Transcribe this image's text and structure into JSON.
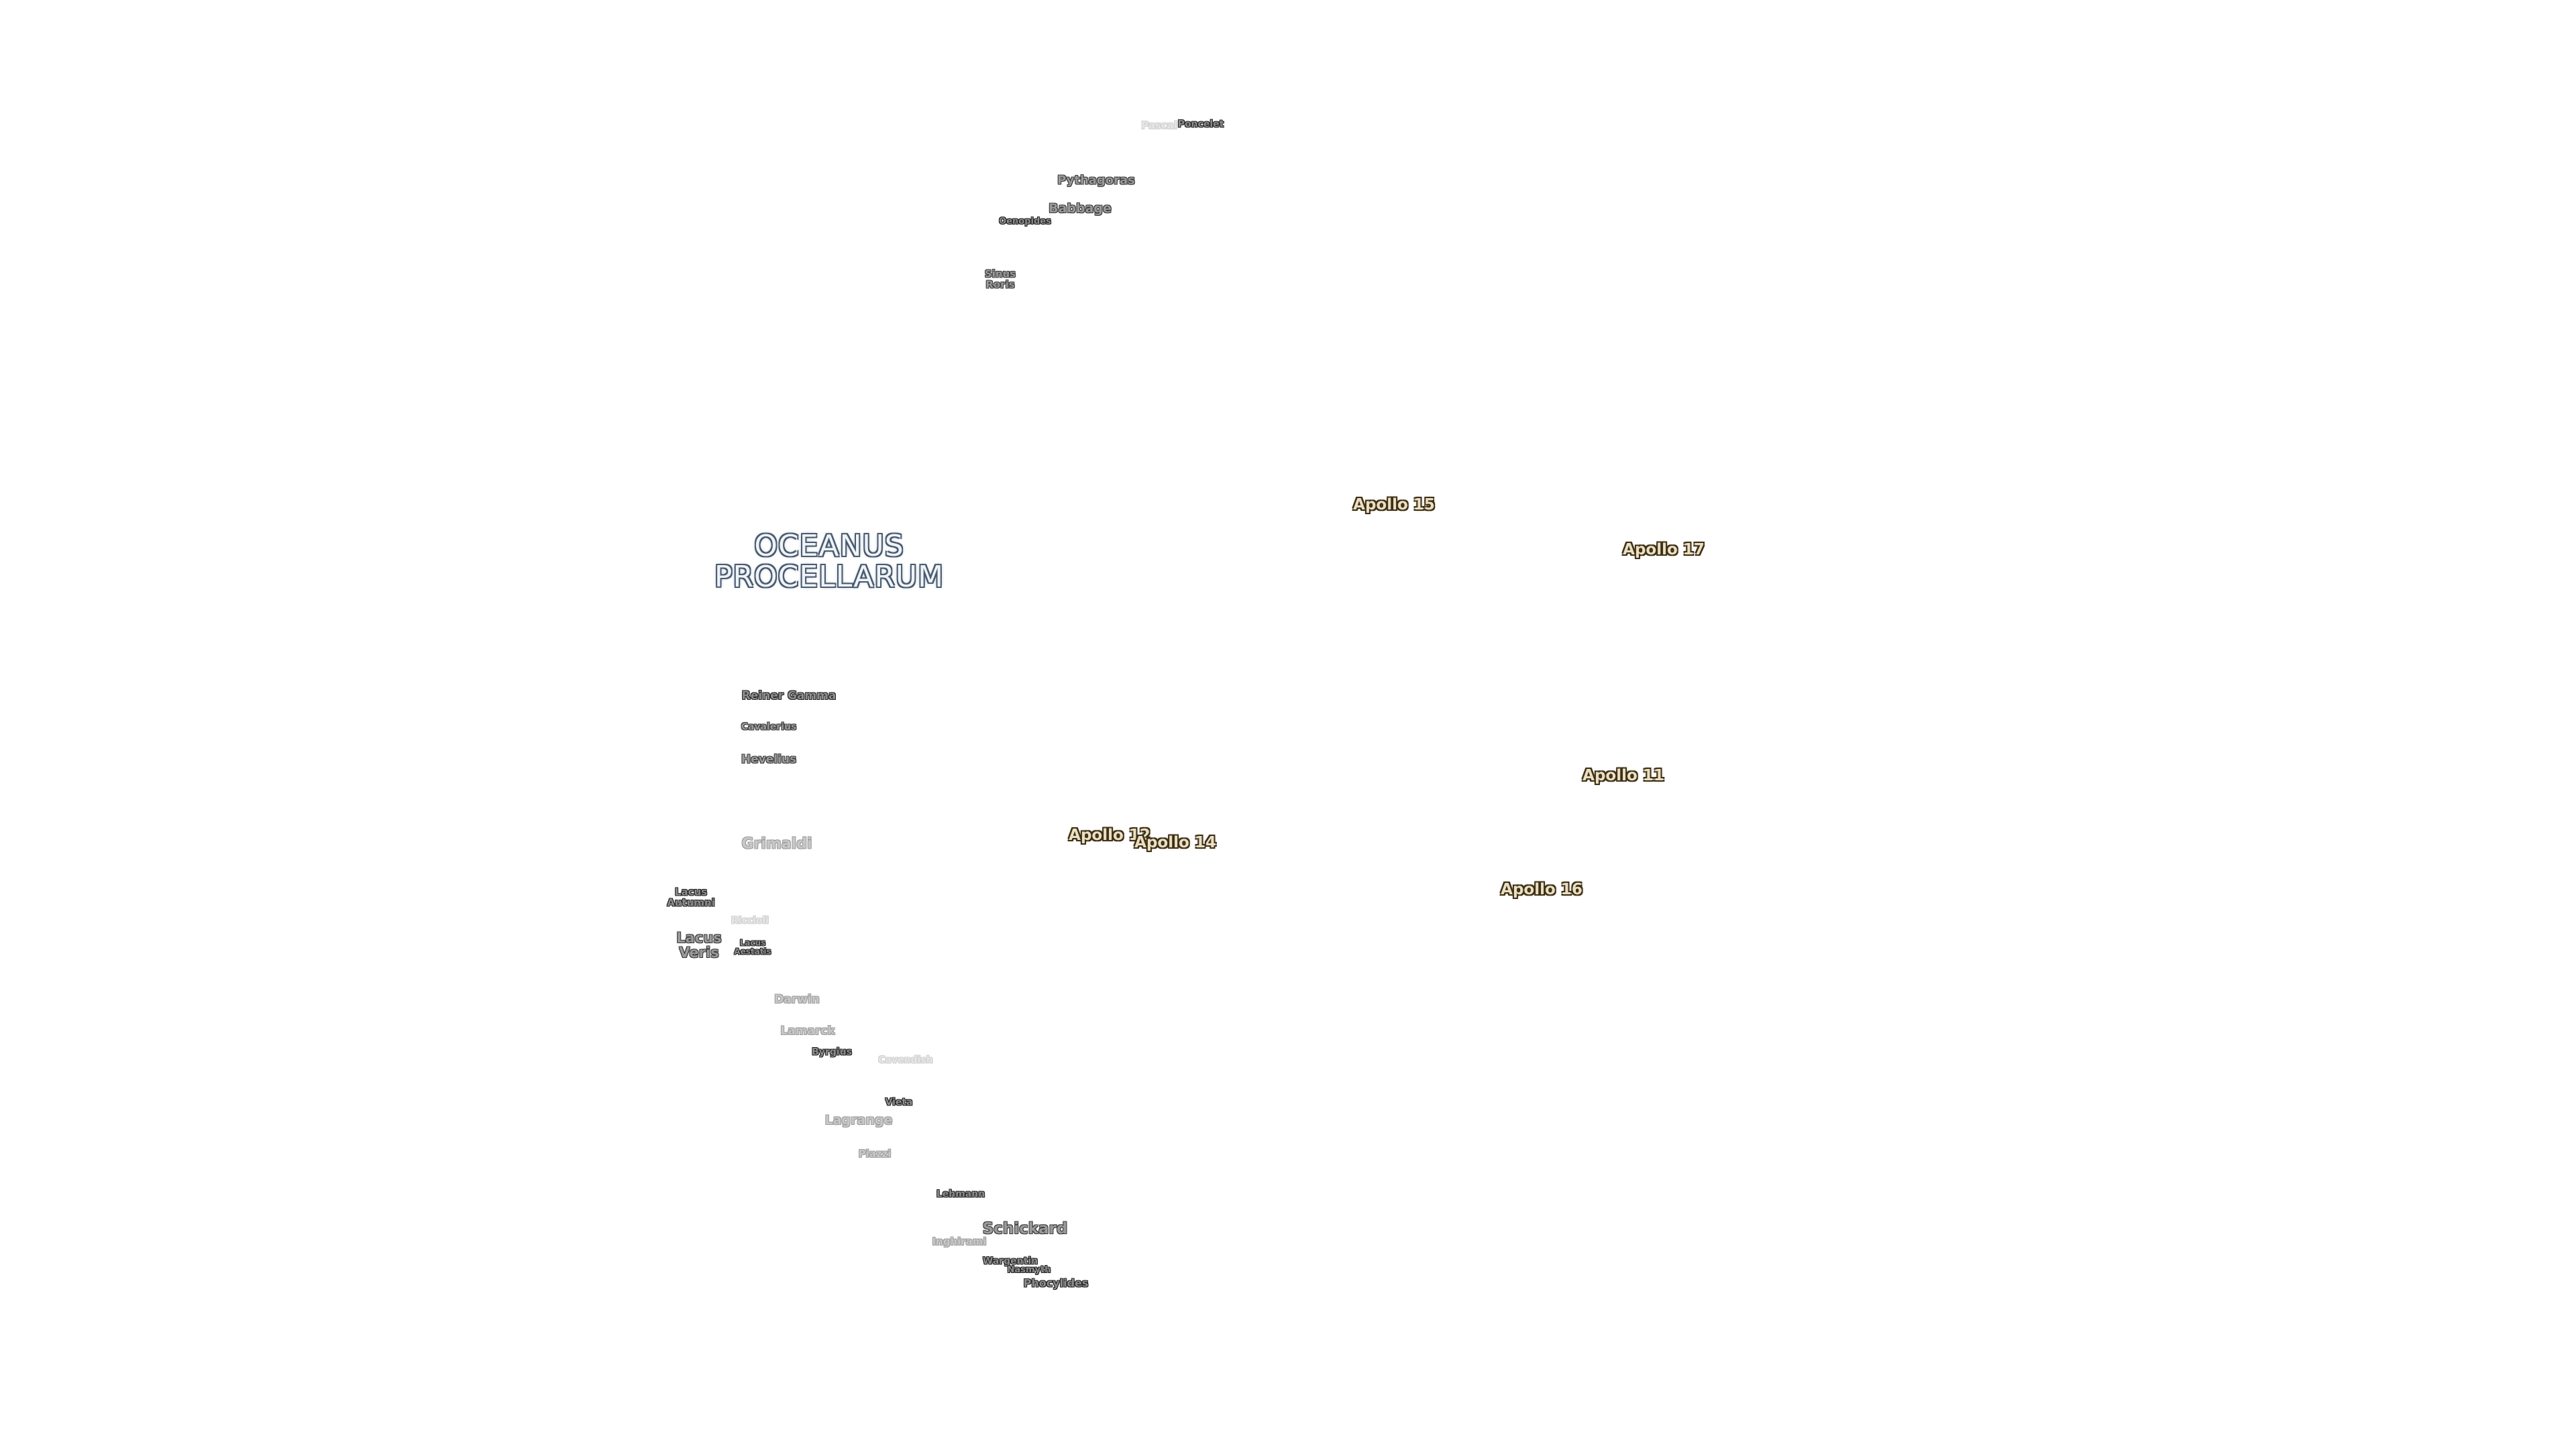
{
  "map": {
    "features": [
      {
        "name": "Pascal"
      },
      {
        "name": "Poncelet"
      },
      {
        "name": "Pythagoras"
      },
      {
        "name": "Babbage"
      },
      {
        "name": "Oenopides"
      },
      {
        "name": "Sinus Roris"
      },
      {
        "name": "Reiner Gamma"
      },
      {
        "name": "Cavalerius"
      },
      {
        "name": "Hevelius"
      },
      {
        "name": "Grimaldi"
      },
      {
        "name": "Lacus Autumni"
      },
      {
        "name": "Riccioli"
      },
      {
        "name": "Lacus Veris"
      },
      {
        "name": "Lacus Aestatis"
      },
      {
        "name": "Darwin"
      },
      {
        "name": "Lamarck"
      },
      {
        "name": "Byrgius"
      },
      {
        "name": "Cavendish"
      },
      {
        "name": "Vieta"
      },
      {
        "name": "Lagrange"
      },
      {
        "name": "Piazzi"
      },
      {
        "name": "Lehmann"
      },
      {
        "name": "Schickard"
      },
      {
        "name": "Inghirami"
      },
      {
        "name": "Wargentin"
      },
      {
        "name": "Nasmyth"
      },
      {
        "name": "Phocylides"
      }
    ],
    "ocean": {
      "line1": "OCEANUS",
      "line2": "PROCELLARUM",
      "color": "#4a5a6e"
    },
    "apollo_sites": [
      {
        "name": "Apollo 15"
      },
      {
        "name": "Apollo 17"
      },
      {
        "name": "Apollo 11"
      },
      {
        "name": "Apollo 12"
      },
      {
        "name": "Apollo 14"
      },
      {
        "name": "Apollo 16"
      }
    ],
    "colors": {
      "background": "#ffffff",
      "apollo_outline": "#3e2f16",
      "feature_text": "#9a9a9a"
    }
  }
}
